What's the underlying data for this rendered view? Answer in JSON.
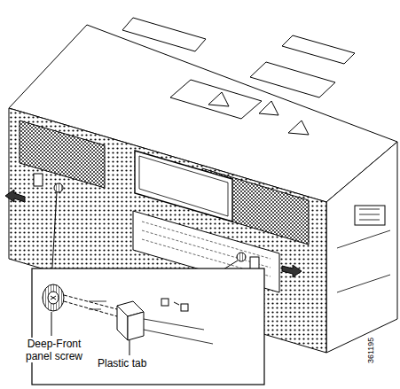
{
  "diagram": {
    "labels": [
      "Deep-Front panel screw",
      "Plastic tab",
      "361195"
    ]
  }
}
